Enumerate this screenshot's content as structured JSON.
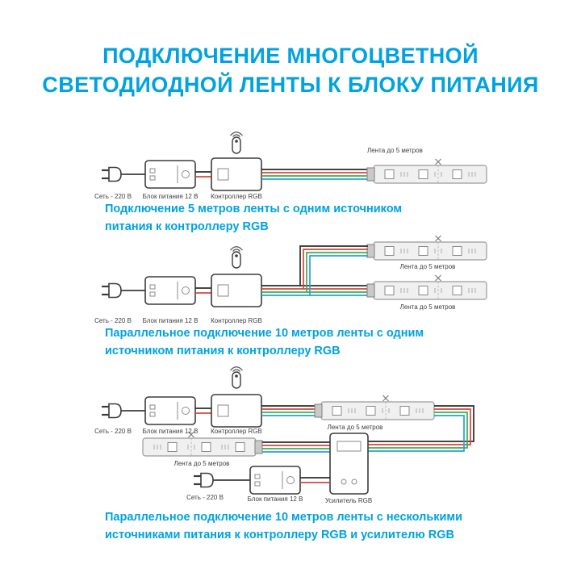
{
  "title": {
    "line1": "ПОДКЛЮЧЕНИЕ МНОГОЦВЕТНОЙ",
    "line2": "СВЕТОДИОДНОЙ ЛЕНТЫ К БЛОКУ ПИТАНИЯ"
  },
  "colors": {
    "accent": "#00a2df",
    "line": "#3c3c3c",
    "label": "#3d3d3d",
    "wire_black": "#2b2b2b",
    "wire_red": "#d8453c",
    "wire_green": "#3dae4b",
    "wire_blue": "#2aa0d8",
    "strip_fill": "#f0f0f0",
    "strip_stroke": "#9a9a9a"
  },
  "labels": {
    "mains": "Сеть - 220 В",
    "psu": "Блок питания 12 В",
    "controller": "Контроллер RGB",
    "strip": "Лента до 5 метров",
    "amplifier": "Усилитель RGB"
  },
  "captions": {
    "diagram1": "Подключение 5 метров ленты с одним источником питания к контроллеру RGB",
    "diagram2": "Параллельное подключение 10 метров ленты с одним источником питания к контроллеру RGB",
    "diagram3": "Параллельное подключение 10 метров ленты с несколькими источниками питания к контроллеру RGB и усилителю RGB"
  }
}
